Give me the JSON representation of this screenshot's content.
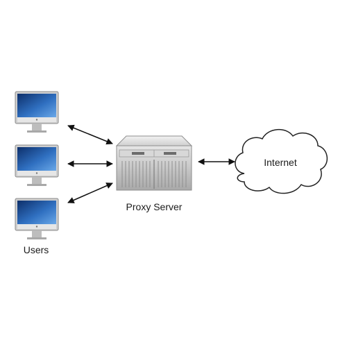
{
  "labels": {
    "users": "Users",
    "proxy_server": "Proxy Server",
    "internet": "Internet"
  },
  "icons": {
    "user_computers": [
      "monitor-icon",
      "monitor-icon",
      "monitor-icon"
    ],
    "server": "server-icon",
    "cloud": "cloud-icon"
  },
  "colors": {
    "screen_top": "#0d2f6a",
    "screen_bottom": "#4a90d9",
    "monitor_body": "#d9d9d9",
    "server_body": "#c9c9c9",
    "arrow": "#111111"
  }
}
